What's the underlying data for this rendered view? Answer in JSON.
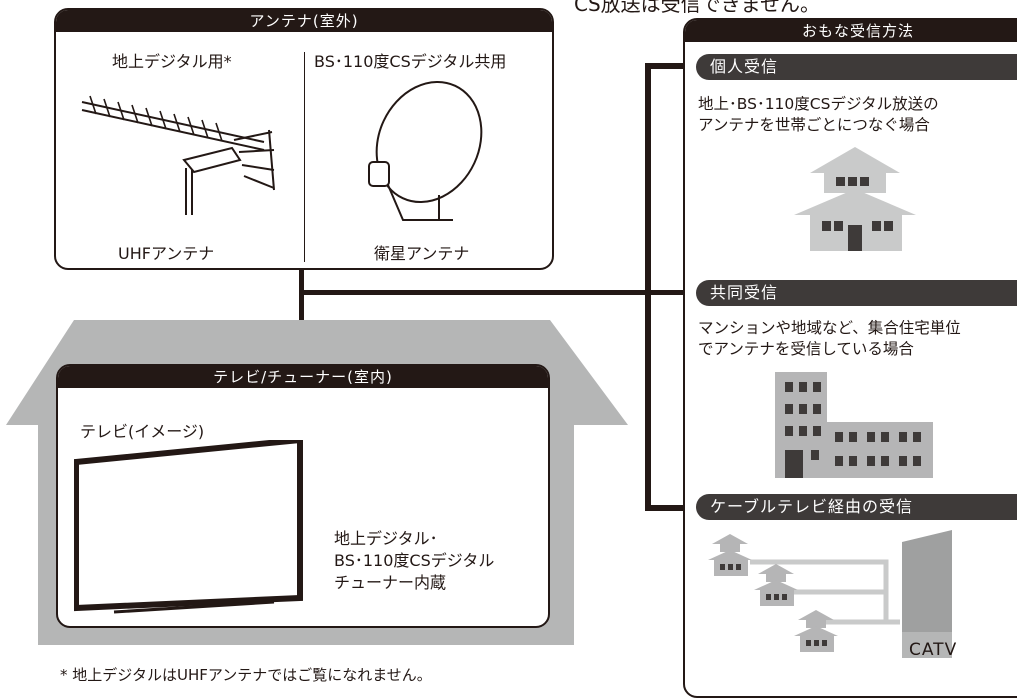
{
  "top_caption": "CS放送は受信できません。",
  "antenna_panel": {
    "title": "アンテナ(室外)",
    "terrestrial_label": "地上デジタル用*",
    "bs_label": "BS･110度CSデジタル共用",
    "uhf_caption": "UHFアンテナ",
    "satellite_caption": "衛星アンテナ"
  },
  "tv_panel": {
    "title": "テレビ/チューナー(室内)",
    "tv_label": "テレビ(イメージ)",
    "tuner_lines": [
      "地上デジタル･",
      "BS･110度CSデジタル",
      "チューナー内蔵"
    ]
  },
  "methods_panel": {
    "title": "おもな受信方法",
    "methods": [
      {
        "label": "個人受信",
        "desc": [
          "地上･BS･110度CSデジタル放送の",
          "アンテナを世帯ごとにつなぐ場合"
        ]
      },
      {
        "label": "共同受信",
        "desc": [
          "マンションや地域など、集合住宅単位",
          "でアンテナを受信している場合"
        ]
      },
      {
        "label": "ケーブルテレビ経由の受信",
        "desc": []
      }
    ],
    "catv_label": "CATV"
  },
  "footnote": "* 地上デジタルはUHFアンテナではご覧になれません。",
  "colors": {
    "ink": "#231815",
    "pill": "#3e3a39",
    "house_roof": "#c9caca",
    "building": "#b5b5b6",
    "catv_tower": "#9fa0a0",
    "cable_line": "#c9caca"
  }
}
